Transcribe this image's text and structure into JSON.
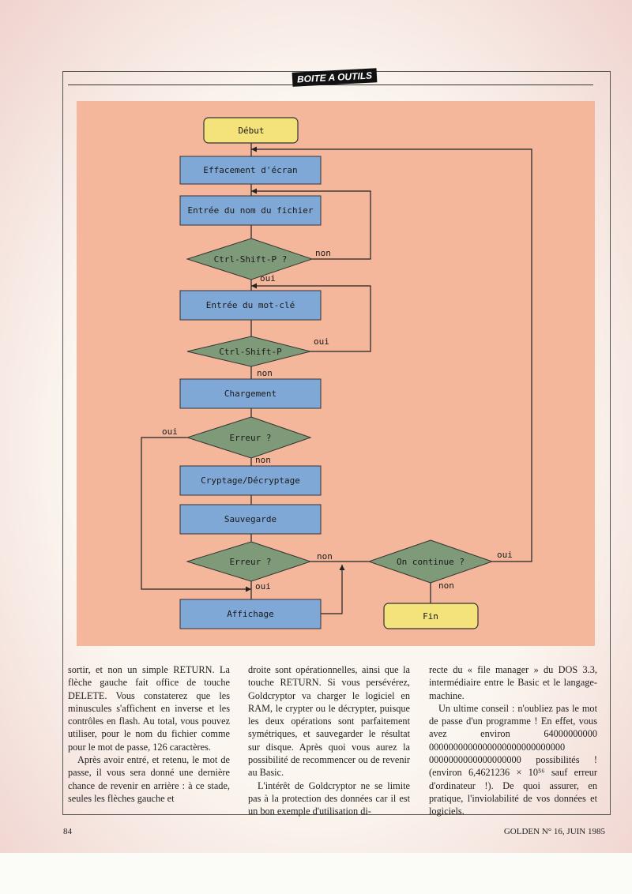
{
  "header": {
    "label": "BOITE A OUTILS"
  },
  "flowchart": {
    "nodes": {
      "debut": "Début",
      "effacement": "Effacement d'écran",
      "entree_fichier": "Entrée du nom du fichier",
      "ctrl_shift_p_1": "Ctrl-Shift-P ?",
      "entree_mot_cle": "Entrée du mot-clé",
      "ctrl_shift_p_2": "Ctrl-Shift-P",
      "chargement": "Chargement",
      "erreur_1": "Erreur ?",
      "cryptage": "Cryptage/Décryptage",
      "sauvegarde": "Sauvegarde",
      "erreur_2": "Erreur ?",
      "affichage": "Affichage",
      "on_continue": "On continue ?",
      "fin": "Fin"
    },
    "edge_labels": {
      "ctrl1_non": "non",
      "ctrl1_oui": "oui",
      "ctrl2_oui": "oui",
      "ctrl2_non": "non",
      "erreur1_oui": "oui",
      "erreur1_non": "non",
      "erreur2_non": "non",
      "erreur2_oui": "oui",
      "continue_oui": "oui",
      "continue_non": "non"
    },
    "colors": {
      "background": "#f4b79b",
      "process": "#7fa8d6",
      "decision": "#7f9a78",
      "terminal": "#f4e27a"
    }
  },
  "columns": [
    [
      "sortir, et non un simple RETURN. La flèche gauche fait office de touche DELETE. Vous constaterez que les minuscules s'affichent en inverse et les contrôles en flash. Au total, vous pouvez utiliser, pour le nom du fichier comme pour le mot de passe, 126 caractères.",
      "Après avoir entré, et retenu, le mot de passe, il vous sera donné une dernière chance de revenir en arrière : à ce stade, seules les flèches gauche et"
    ],
    [
      "droite sont opérationnelles, ainsi que la touche RETURN. Si vous persévérez, Goldcryptor va charger le logiciel en RAM, le crypter ou le décrypter, puisque les deux opérations sont parfaitement symétriques, et sauvegarder le résultat sur disque. Après quoi vous aurez la possibilité de recommencer ou de revenir au Basic.",
      "L'intérêt de Goldcryptor ne se limite pas à la protection des données car il est un bon exemple d'utilisation di-"
    ],
    [
      "recte du « file manager » du DOS 3.3, intermédiaire entre le Basic et le langage-machine.",
      "Un ultime conseil : n'oubliez pas le mot de passe d'un programme ! En effet, vous avez environ 64000000000 0000000000000000000000000000 0000000000000000000 possibilités ! (environ 6,4621236 × 10⁵⁶ sauf erreur d'ordinateur !). De quoi assurer, en pratique, l'inviolabilité de vos données et logiciels."
    ]
  ],
  "footer": {
    "page_number": "84",
    "publication": "GOLDEN N° 16, JUIN 1985"
  }
}
